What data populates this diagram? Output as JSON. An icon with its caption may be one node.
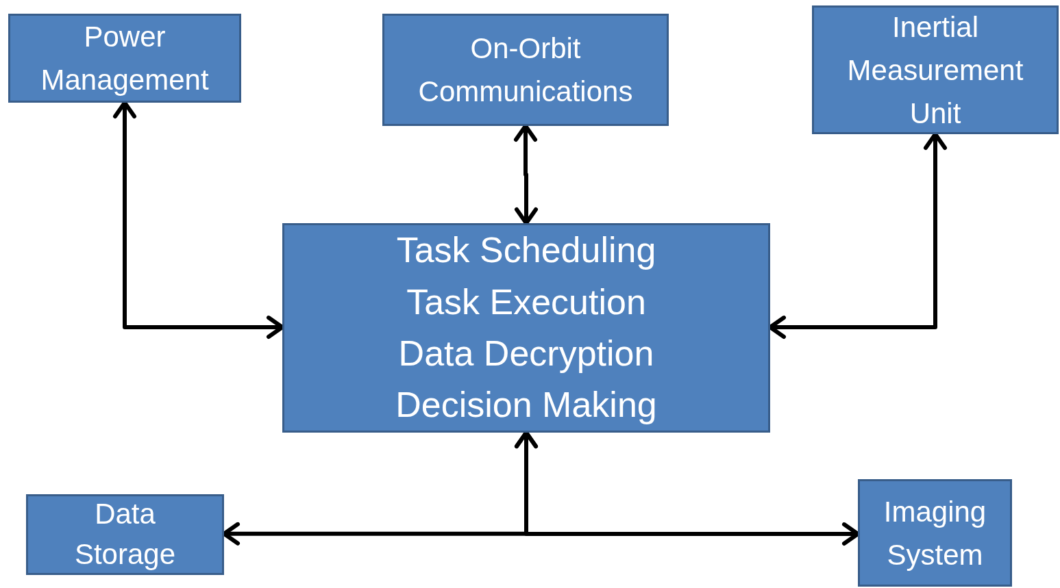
{
  "diagram": {
    "nodes": [
      {
        "text": [
          "Power Management"
        ]
      },
      {
        "text": [
          "On-Orbit Communications"
        ]
      },
      {
        "text": [
          "Inertial Measurement Unit"
        ]
      },
      {
        "text": [
          "Task Scheduling",
          "Task Execution",
          "Data Decryption",
          "Decision Making"
        ]
      },
      {
        "text": [
          "Data Storage"
        ]
      },
      {
        "text": [
          "Imaging System"
        ]
      }
    ],
    "edges": [
      {
        "from": 0,
        "to": 3,
        "arrow": "both"
      },
      {
        "from": 1,
        "to": 3,
        "arrow": "both"
      },
      {
        "from": 2,
        "to": 3,
        "arrow": "both"
      },
      {
        "from": 3,
        "to": 4,
        "arrow": "both"
      },
      {
        "from": 3,
        "to": 5,
        "arrow": "both"
      }
    ]
  }
}
